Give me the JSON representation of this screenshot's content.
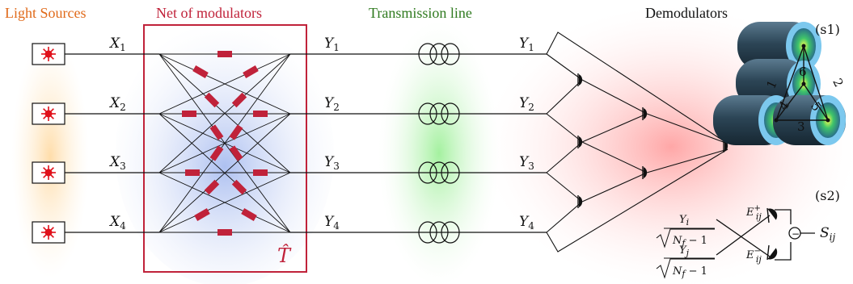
{
  "headers": {
    "light_sources": "Light Sources",
    "modulators": "Net of modulators",
    "transmission": "Transmission line",
    "demodulators": "Demodulators"
  },
  "colors": {
    "light_sources": "#e06a1a",
    "modulators": "#c0223a",
    "transmission": "#2f7a1f",
    "demodulators": "#111111",
    "laser": "#e0101a",
    "modulator_box": "#c0223a",
    "fiber_core": "#1e3a4a"
  },
  "inputs": [
    {
      "base": "X",
      "sub": "1"
    },
    {
      "base": "X",
      "sub": "2"
    },
    {
      "base": "X",
      "sub": "3"
    },
    {
      "base": "X",
      "sub": "4"
    }
  ],
  "outputs": [
    {
      "base": "Y",
      "sub": "1"
    },
    {
      "base": "Y",
      "sub": "2"
    },
    {
      "base": "Y",
      "sub": "3"
    },
    {
      "base": "Y",
      "sub": "4"
    }
  ],
  "matrix_label": "T̂",
  "inset_s1": {
    "label": "(s1)",
    "path_numbers": [
      "1",
      "2",
      "3",
      "4",
      "5",
      "6"
    ]
  },
  "inset_s2": {
    "label": "(s2)",
    "top_numerator": "Y",
    "top_numerator_sub": "i",
    "bottom_numerator": "Y",
    "bottom_numerator_sub": "j",
    "denominator": "N",
    "denominator_sub": "f",
    "denominator_tail": " − 1",
    "e_plus": "E",
    "e_plus_sup": "+",
    "e_plus_sub": "ij",
    "e_minus": "E",
    "e_minus_sup": "−",
    "e_minus_sub": "ij",
    "s_out": "S",
    "s_out_sub": "ij",
    "minus_sign": "−"
  },
  "icons": {
    "laser": "laser-icon",
    "coil": "fiber-coil-icon",
    "detector": "photodetector-icon",
    "fiber": "multicore-fiber-icon"
  }
}
